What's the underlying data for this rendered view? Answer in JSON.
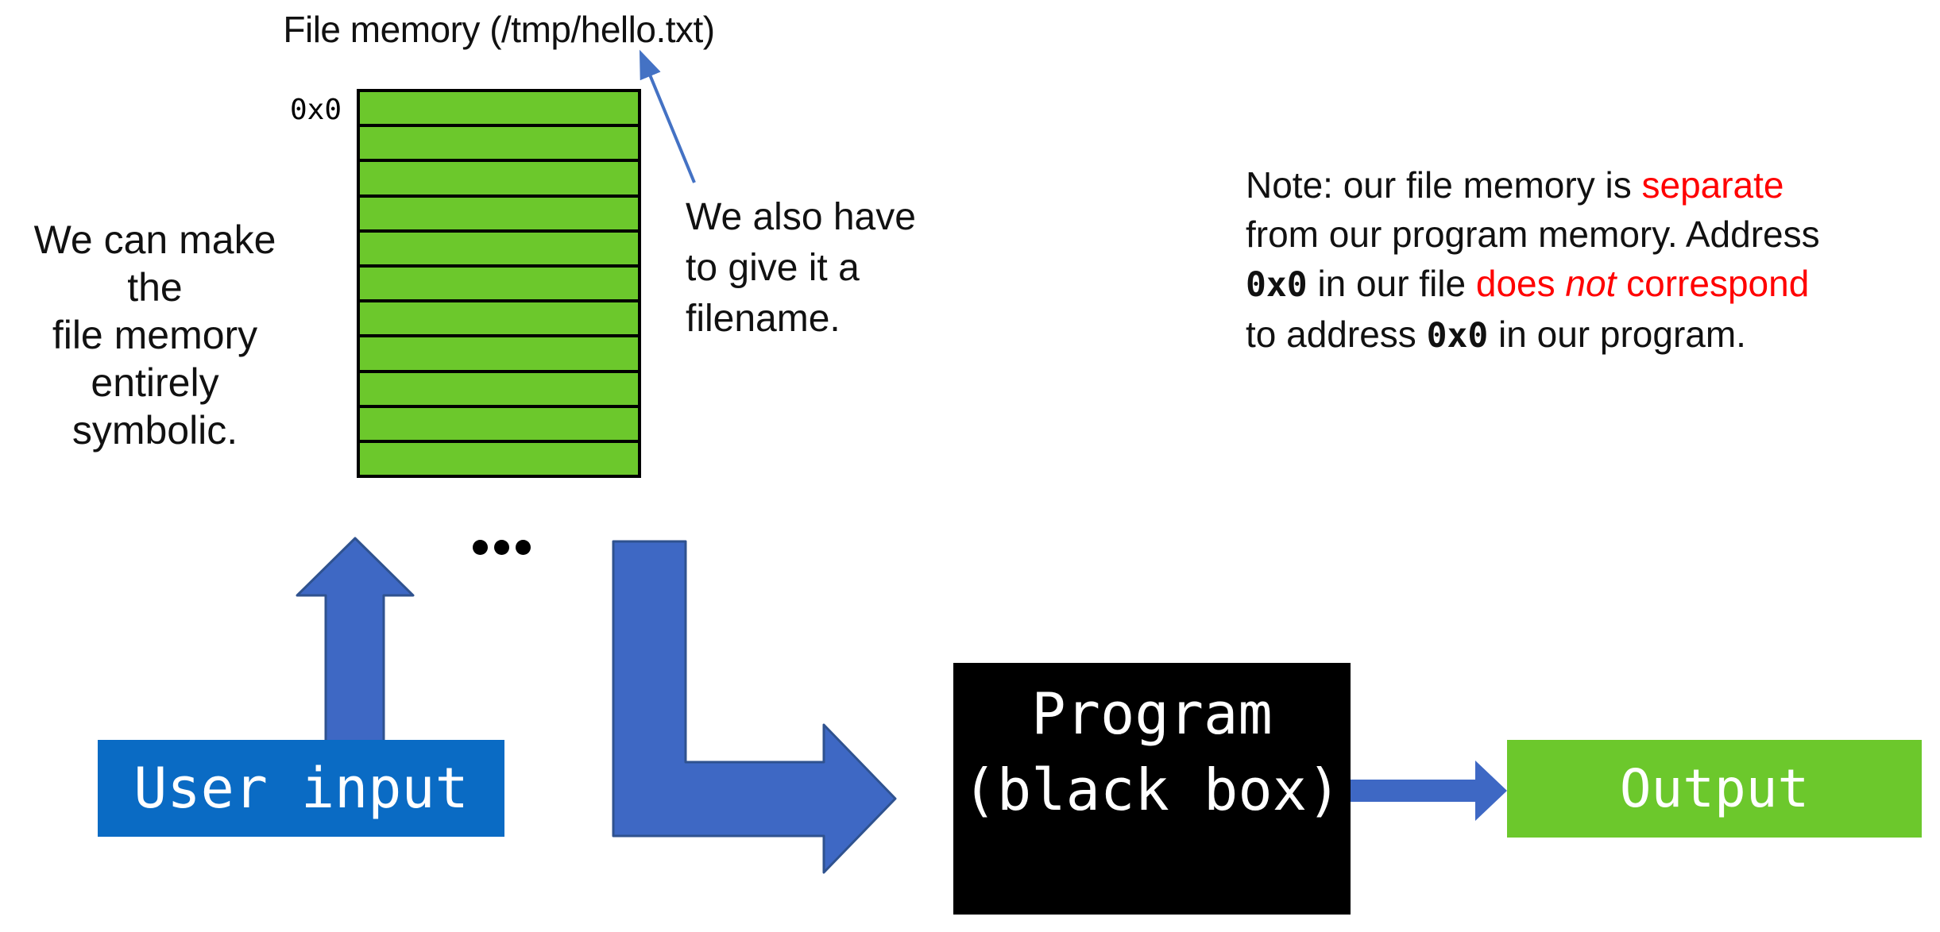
{
  "title": {
    "text": "File memory (/tmp/hello.txt)"
  },
  "memory": {
    "rows": 11,
    "address_label": "0x0",
    "cell_color": "#6cc82c",
    "border_color": "#000000"
  },
  "left_annotation": {
    "line1": "We can make the",
    "line2": "file memory",
    "line3": "entirely symbolic."
  },
  "filename_annotation": {
    "line1": "We also have",
    "line2": "to give it a",
    "line3": "filename."
  },
  "note": {
    "l1a": "Note: our file memory is ",
    "l1b": "separate",
    "l2": "from our program memory. Address",
    "l3a": "0x0",
    "l3b": " in our file ",
    "l3c": "does ",
    "l3d": "not",
    "l3e": " correspond",
    "l4a": "to address ",
    "l4b": "0x0",
    "l4c": " in our program."
  },
  "flow": {
    "user_input": "User input",
    "program_line1": "Program",
    "program_line2": "(black box)",
    "output": "Output"
  },
  "colors": {
    "memory_green": "#6cc82c",
    "arrow_blue_fill": "#3e68c4",
    "arrow_blue_border": "#2f528f",
    "thin_arrow_blue": "#4472c4",
    "user_input_blue": "#0a6bc4",
    "note_red": "#ff0000",
    "program_black": "#000000",
    "text_white": "#ffffff"
  }
}
